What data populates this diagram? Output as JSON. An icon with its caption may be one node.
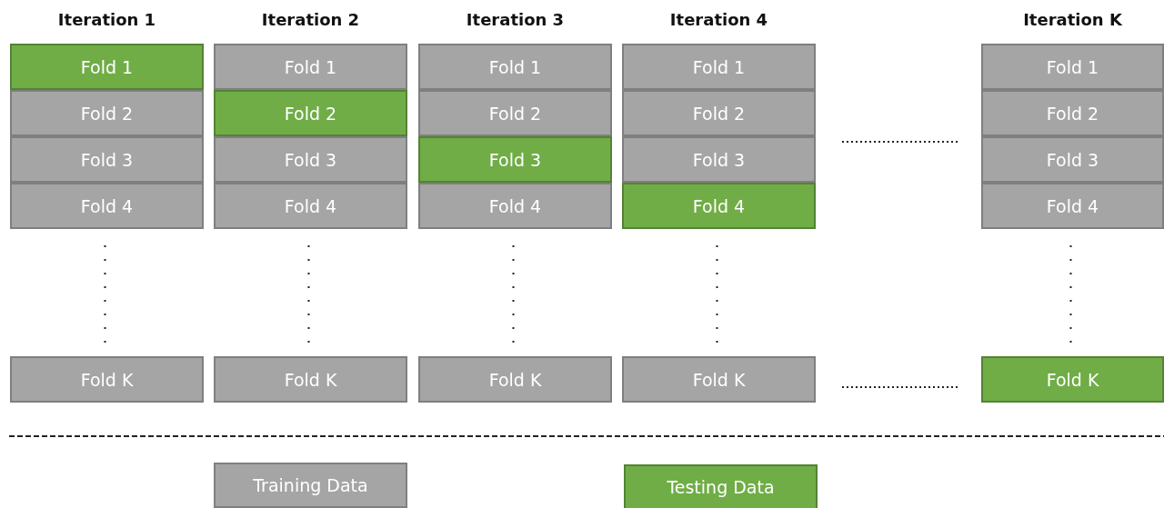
{
  "diagram": {
    "nodes": [
      {
        "text": [
          "Fold 1"
        ]
      },
      {
        "text": [
          "Fold 2"
        ]
      },
      {
        "text": [
          "Fold 3"
        ]
      },
      {
        "text": [
          "Fold 4"
        ]
      },
      {
        "text": [
          "Fold K"
        ]
      },
      {
        "text": [
          "Fold 1"
        ]
      },
      {
        "text": [
          "Fold 2"
        ]
      },
      {
        "text": [
          "Fold 3"
        ]
      },
      {
        "text": [
          "Fold 4"
        ]
      },
      {
        "text": [
          "Fold K"
        ]
      },
      {
        "text": [
          "Fold 1"
        ]
      },
      {
        "text": [
          "Fold 2"
        ]
      },
      {
        "text": [
          "Fold 3"
        ]
      },
      {
        "text": [
          "Fold 4"
        ]
      },
      {
        "text": [
          "Fold K"
        ]
      },
      {
        "text": [
          "Fold 1"
        ]
      },
      {
        "text": [
          "Fold 2"
        ]
      },
      {
        "text": [
          "Fold 3"
        ]
      },
      {
        "text": [
          "Fold 4"
        ]
      },
      {
        "text": [
          "Fold K"
        ]
      },
      {
        "text": [
          "Fold 1"
        ]
      },
      {
        "text": [
          "Fold 2"
        ]
      },
      {
        "text": [
          "Fold 3"
        ]
      },
      {
        "text": [
          "Fold 4"
        ]
      },
      {
        "text": [
          "Fold K"
        ]
      }
    ],
    "labels": [
      "Iteration 1",
      "Iteration 2",
      "Iteration 3",
      "Iteration 4",
      "Iteration K"
    ],
    "legend": [
      {
        "text": "Training Data",
        "color": "#a5a5a5"
      },
      {
        "text": "Testing Data",
        "color": "#70ad47"
      }
    ]
  }
}
